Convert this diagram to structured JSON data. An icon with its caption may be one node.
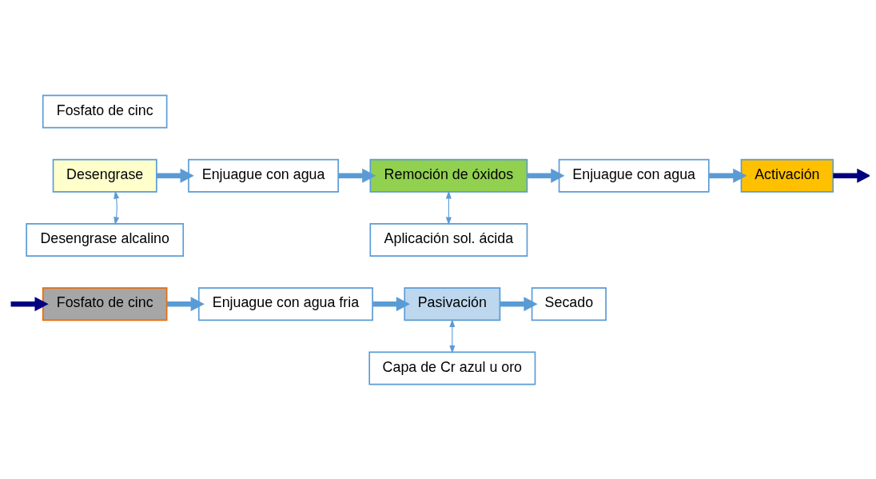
{
  "diagram": {
    "nodes": [
      {
        "text": [
          "Fosfato de cinc"
        ]
      },
      {
        "text": [
          "Desengrase"
        ]
      },
      {
        "text": [
          "Enjuague con agua"
        ]
      },
      {
        "text": [
          "Remoción de óxidos"
        ]
      },
      {
        "text": [
          "Enjuague con agua"
        ]
      },
      {
        "text": [
          "Activación"
        ]
      },
      {
        "text": [
          "Desengrase alcalino"
        ]
      },
      {
        "text": [
          "Aplicación sol. ácida"
        ]
      },
      {
        "text": [
          "Fosfato de cinc"
        ]
      },
      {
        "text": [
          "Enjuague con agua fria"
        ]
      },
      {
        "text": [
          "Pasivación"
        ]
      },
      {
        "text": [
          "Secado"
        ]
      },
      {
        "text": [
          "Capa de Cr azul u oro"
        ]
      }
    ],
    "edges": [
      {
        "from": 1,
        "to": 2,
        "arrow": "to"
      },
      {
        "from": 2,
        "to": 3,
        "arrow": "to"
      },
      {
        "from": 3,
        "to": 4,
        "arrow": "to"
      },
      {
        "from": 4,
        "to": 5,
        "arrow": "to"
      },
      {
        "from": 5,
        "to": null,
        "arrow": "to",
        "color": "#000080"
      },
      {
        "from": 1,
        "to": 6,
        "arrow": "both"
      },
      {
        "from": 3,
        "to": 7,
        "arrow": "both"
      },
      {
        "from": null,
        "to": 8,
        "arrow": "to",
        "color": "#000080"
      },
      {
        "from": 8,
        "to": 9,
        "arrow": "to"
      },
      {
        "from": 9,
        "to": 10,
        "arrow": "to"
      },
      {
        "from": 10,
        "to": 11,
        "arrow": "to"
      },
      {
        "from": 10,
        "to": 12,
        "arrow": "both"
      }
    ]
  }
}
